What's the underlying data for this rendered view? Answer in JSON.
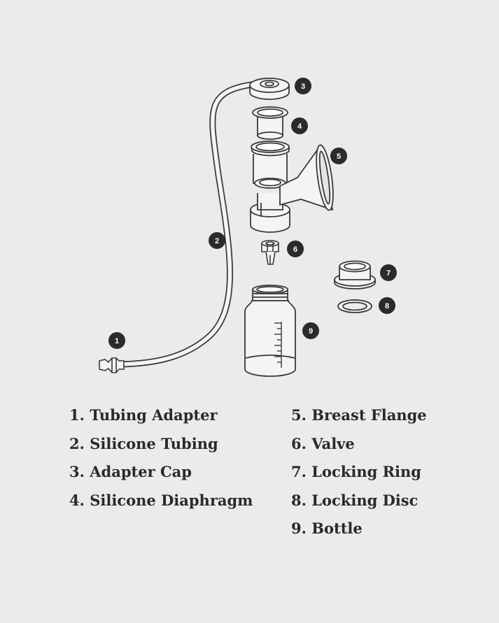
{
  "parts": [
    {
      "number": "1",
      "label": "1. Tubing Adapter"
    },
    {
      "number": "2",
      "label": "2. Silicone Tubing"
    },
    {
      "number": "3",
      "label": "3. Adapter Cap"
    },
    {
      "number": "4",
      "label": "4. Silicone Diaphragm"
    },
    {
      "number": "5",
      "label": "5. Breast Flange"
    },
    {
      "number": "6",
      "label": "6. Valve"
    },
    {
      "number": "7",
      "label": "7. Locking Ring"
    },
    {
      "number": "8",
      "label": "8. Locking Disc"
    },
    {
      "number": "9",
      "label": "9. Bottle"
    }
  ],
  "colors": {
    "background": "#ebebeb",
    "line": "#3a3a3a",
    "part_fill": "#f4f4f4",
    "badge": "#2b2b2b",
    "badge_text": "#ffffff",
    "legend_text": "#2a2a2a"
  }
}
